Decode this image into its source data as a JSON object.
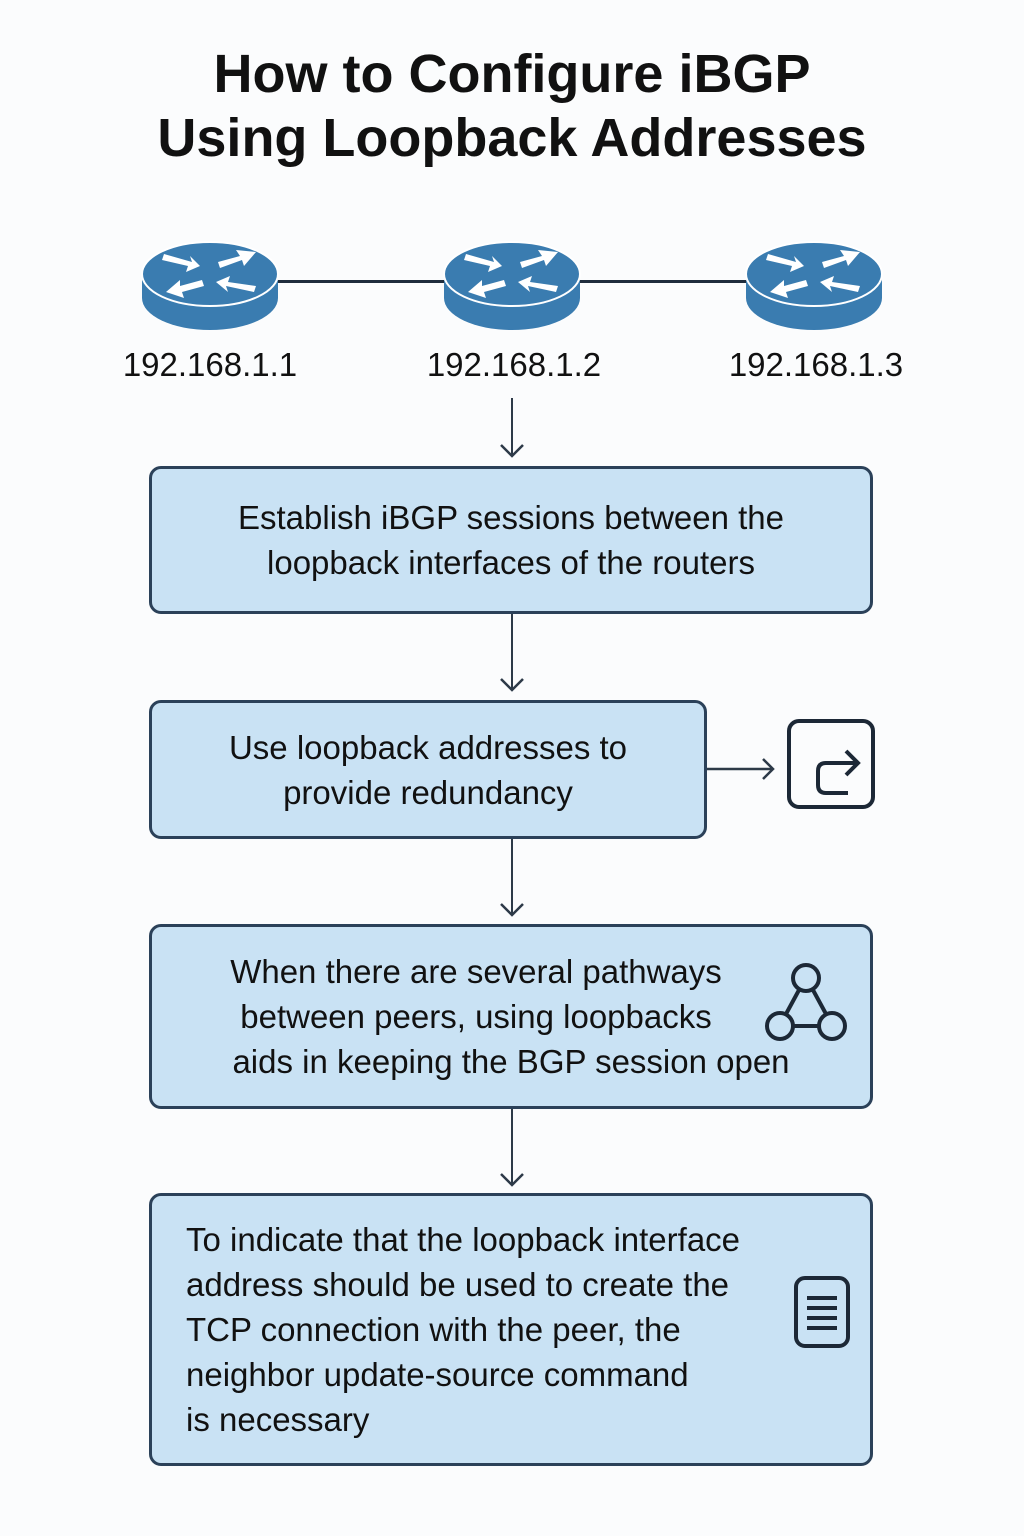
{
  "title": {
    "line1": "How to Configure iBGP",
    "line2": "Using Loopback Addresses"
  },
  "routers": [
    {
      "ip": "192.168.1.1",
      "icon": "router-icon",
      "color": "#3a7cb0"
    },
    {
      "ip": "192.168.1.2",
      "icon": "router-icon",
      "color": "#3a7cb0"
    },
    {
      "ip": "192.168.1.3",
      "icon": "router-icon",
      "color": "#3a7cb0"
    }
  ],
  "steps": [
    {
      "line1": "Establish iBGP sessions between the",
      "line2": "loopback interfaces of the routers"
    },
    {
      "line1": "Use loopback addresses to",
      "line2": "provide redundancy",
      "icon": "redirect-arrow-icon"
    },
    {
      "line1": "When there are several pathways",
      "line2": "between peers, using loopbacks",
      "line3": "aids in keeping the BGP session open",
      "icon": "network-triangle-icon"
    },
    {
      "line1": "To indicate that the loopback interface",
      "line2": "address should be used to create the",
      "line3": "TCP connection with the peer, the",
      "line4": "neighbor update-source command",
      "line5": "is necessary",
      "icon": "document-icon"
    }
  ],
  "colors": {
    "box_fill": "#c9e2f4",
    "box_border": "#2b4159",
    "router_blue": "#3a7cb0",
    "line": "#1f2d3d"
  }
}
